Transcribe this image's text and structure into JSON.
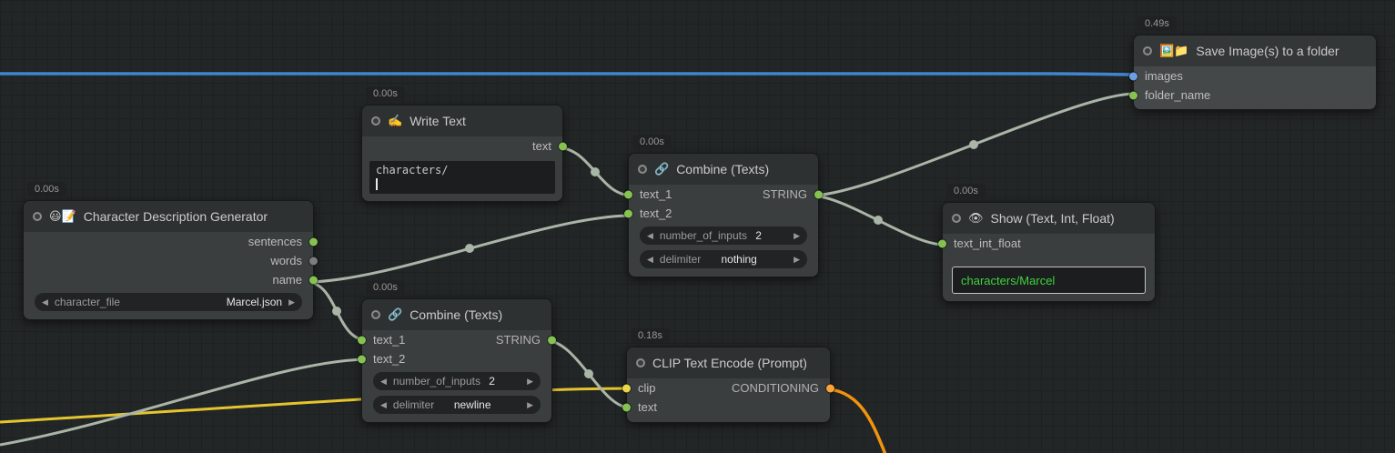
{
  "icons": {
    "arrow_left": "◀",
    "arrow_right": "▶"
  },
  "palette": {
    "wire_gray": "#a9b5a6",
    "wire_blue": "#3f86cf",
    "wire_yellow": "#e4c52f",
    "wire_orange": "#f2930e",
    "slot_green": "#85c24f",
    "slot_blue": "#6b9fe2",
    "slot_yellow": "#ead74b",
    "slot_orange": "#fba23a",
    "slot_gray": "#7d7d7d",
    "value_green": "#3ed33e"
  },
  "nodes": {
    "char_gen": {
      "badge": "0.00s",
      "icon": "😃📝",
      "title": "Character Description Generator",
      "out_sentences": "sentences",
      "out_words": "words",
      "out_name": "name",
      "widget_file": {
        "label": "character_file",
        "value": "Marcel.json"
      }
    },
    "write_text": {
      "badge": "0.00s",
      "icon": "✍️",
      "title": "Write Text",
      "out_text": "text",
      "text_value": "characters/"
    },
    "combine_top": {
      "badge": "0.00s",
      "icon": "🔗",
      "title": "Combine (Texts)",
      "in_text_1": "text_1",
      "in_text_2": "text_2",
      "out_string": "STRING",
      "widget_inputs": {
        "label": "number_of_inputs",
        "value": "2"
      },
      "widget_delimiter": {
        "label": "delimiter",
        "value": "nothing"
      }
    },
    "combine_bottom": {
      "badge": "0.00s",
      "icon": "🔗",
      "title": "Combine (Texts)",
      "in_text_1": "text_1",
      "in_text_2": "text_2",
      "out_string": "STRING",
      "widget_inputs": {
        "label": "number_of_inputs",
        "value": "2"
      },
      "widget_delimiter": {
        "label": "delimiter",
        "value": "newline"
      }
    },
    "show_text": {
      "badge": "0.00s",
      "icon": "👁",
      "title": "Show (Text, Int, Float)",
      "in_text_int_float": "text_int_float",
      "value": "characters/Marcel"
    },
    "save_image": {
      "badge": "0.49s",
      "icon": "🖼️📁",
      "title": "Save Image(s) to a folder",
      "in_images": "images",
      "in_folder_name": "folder_name"
    },
    "clip_encode": {
      "badge": "0.18s",
      "title": "CLIP Text Encode (Prompt)",
      "in_clip": "clip",
      "in_text": "text",
      "out_conditioning": "CONDITIONING"
    }
  }
}
